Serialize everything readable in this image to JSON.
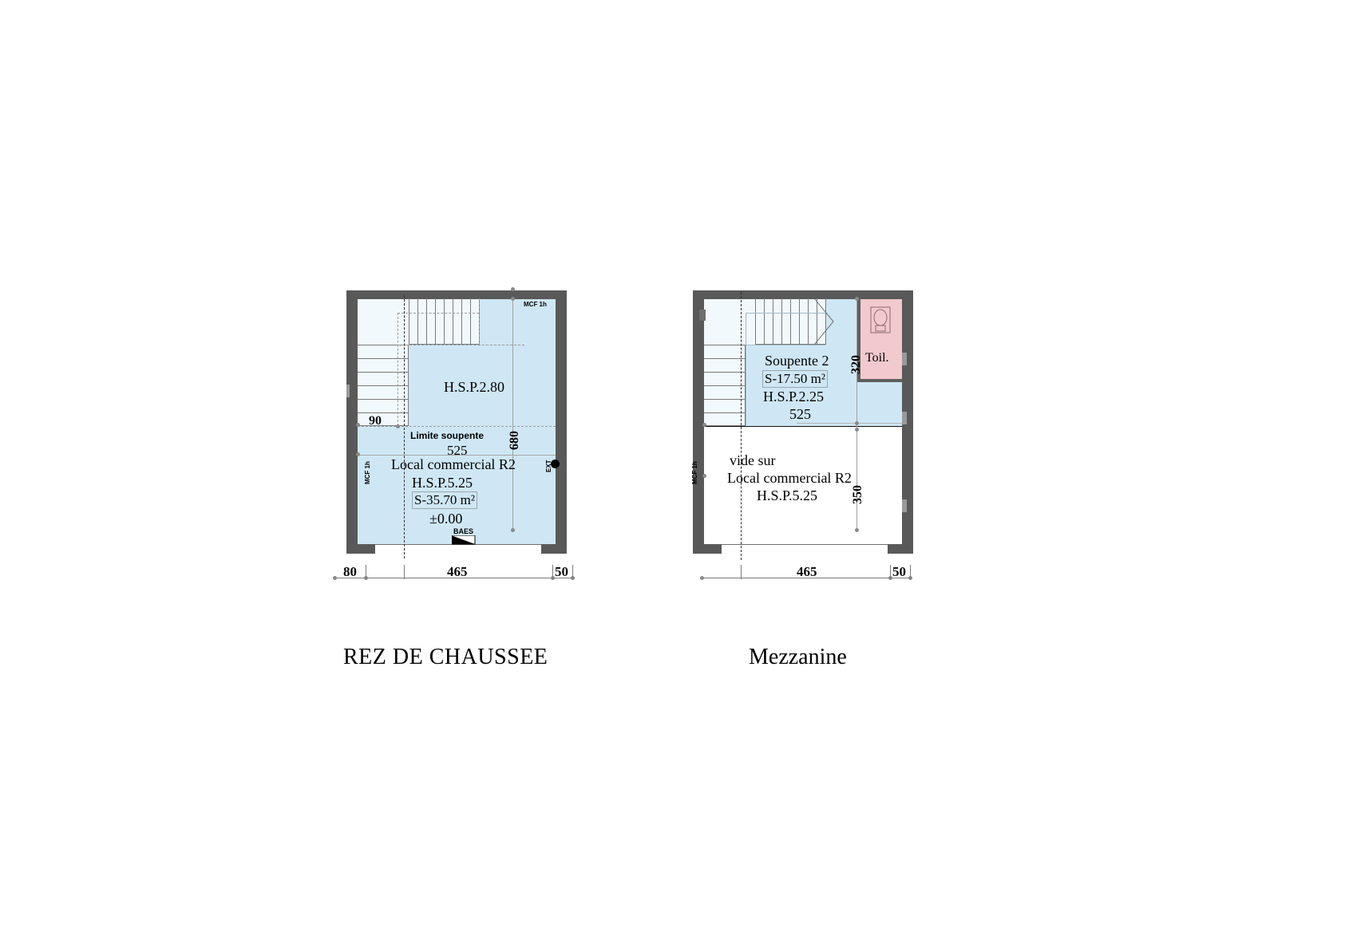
{
  "drawing": {
    "type": "architectural-floor-plan",
    "sheet_background": "#ffffff",
    "colors": {
      "wall": "#595959",
      "floor_blue": "#cfe7f5",
      "floor_pale": "#f2f9fd",
      "toilet_pink": "#f2c9cc",
      "dimension": "#7b7b7b",
      "text": "#000000"
    }
  },
  "plans": [
    {
      "id": "rdc",
      "title": "REZ DE CHAUSSEE",
      "labels": {
        "ceiling_upper": "H.S.P.2.80",
        "limite_soupente": "Limite soupente",
        "limite_dim": "525",
        "room_name": "Local commercial R2",
        "room_ceiling": "H.S.P.5.25",
        "room_area": "S-35.70 m²",
        "room_level": "±0.00",
        "baes": "BAES",
        "mcf_top_right": "MCF 1h",
        "mcf_left": "MCF 1h",
        "ext": "EXT",
        "stair_dim": "90",
        "depth_dim": "680"
      },
      "dimension_chain": {
        "values": [
          "80",
          "465",
          "50"
        ],
        "unit": "cm"
      }
    },
    {
      "id": "mezzanine",
      "title": "Mezzanine",
      "labels": {
        "soupente_name": "Soupente 2",
        "soupente_area": "S-17.50 m²",
        "soupente_ceiling": "H.S.P.2.25",
        "soupente_dim": "525",
        "soupente_depth": "320",
        "void_line1": "vide sur",
        "void_line2": "Local commercial R2",
        "void_line3": "H.S.P.5.25",
        "void_depth": "350",
        "toilet": "Toil.",
        "mcf_left": "MCF 1h"
      },
      "dimension_chain": {
        "values": [
          "465",
          "50"
        ],
        "unit": "cm"
      }
    }
  ]
}
